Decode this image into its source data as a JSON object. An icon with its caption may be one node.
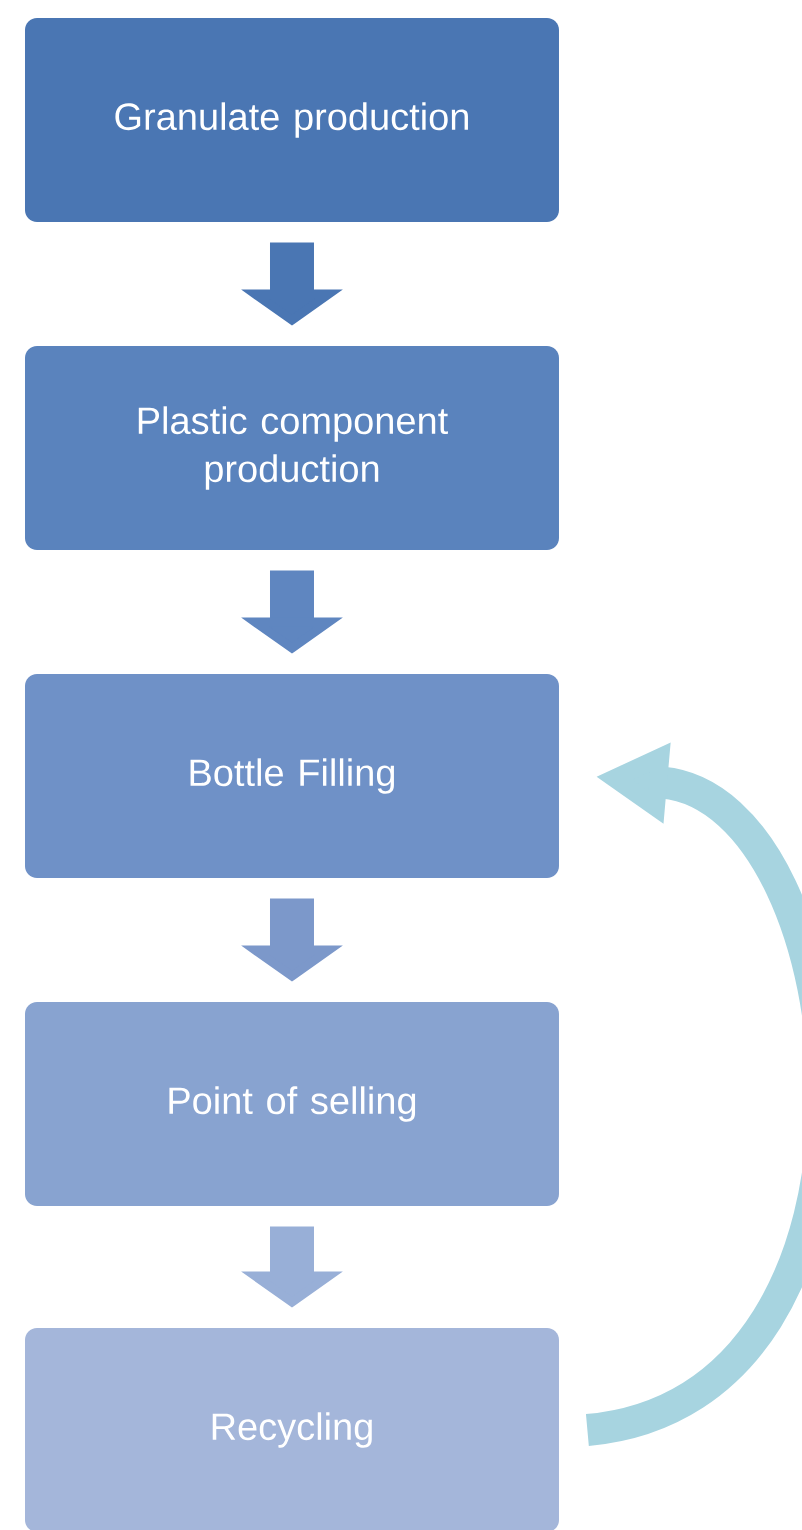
{
  "diagram": {
    "nodes": [
      {
        "text": [
          "Granulate production"
        ]
      },
      {
        "text": [
          "Plastic component production"
        ]
      },
      {
        "text": [
          "Bottle Filling"
        ]
      },
      {
        "text": [
          "Point of selling"
        ]
      },
      {
        "text": [
          "Recycling"
        ]
      }
    ],
    "edges": [
      {
        "from": 0,
        "to": 1,
        "arrow": "to",
        "color": "#4a76b3"
      },
      {
        "from": 1,
        "to": 2,
        "arrow": "to",
        "color": "#5f86c0"
      },
      {
        "from": 2,
        "to": 3,
        "arrow": "to",
        "color": "#7c98ca"
      },
      {
        "from": 3,
        "to": 4,
        "arrow": "to",
        "color": "#98afd7"
      },
      {
        "from": 4,
        "to": 2,
        "arrow": "to",
        "color": "#a7d4e0"
      }
    ]
  }
}
